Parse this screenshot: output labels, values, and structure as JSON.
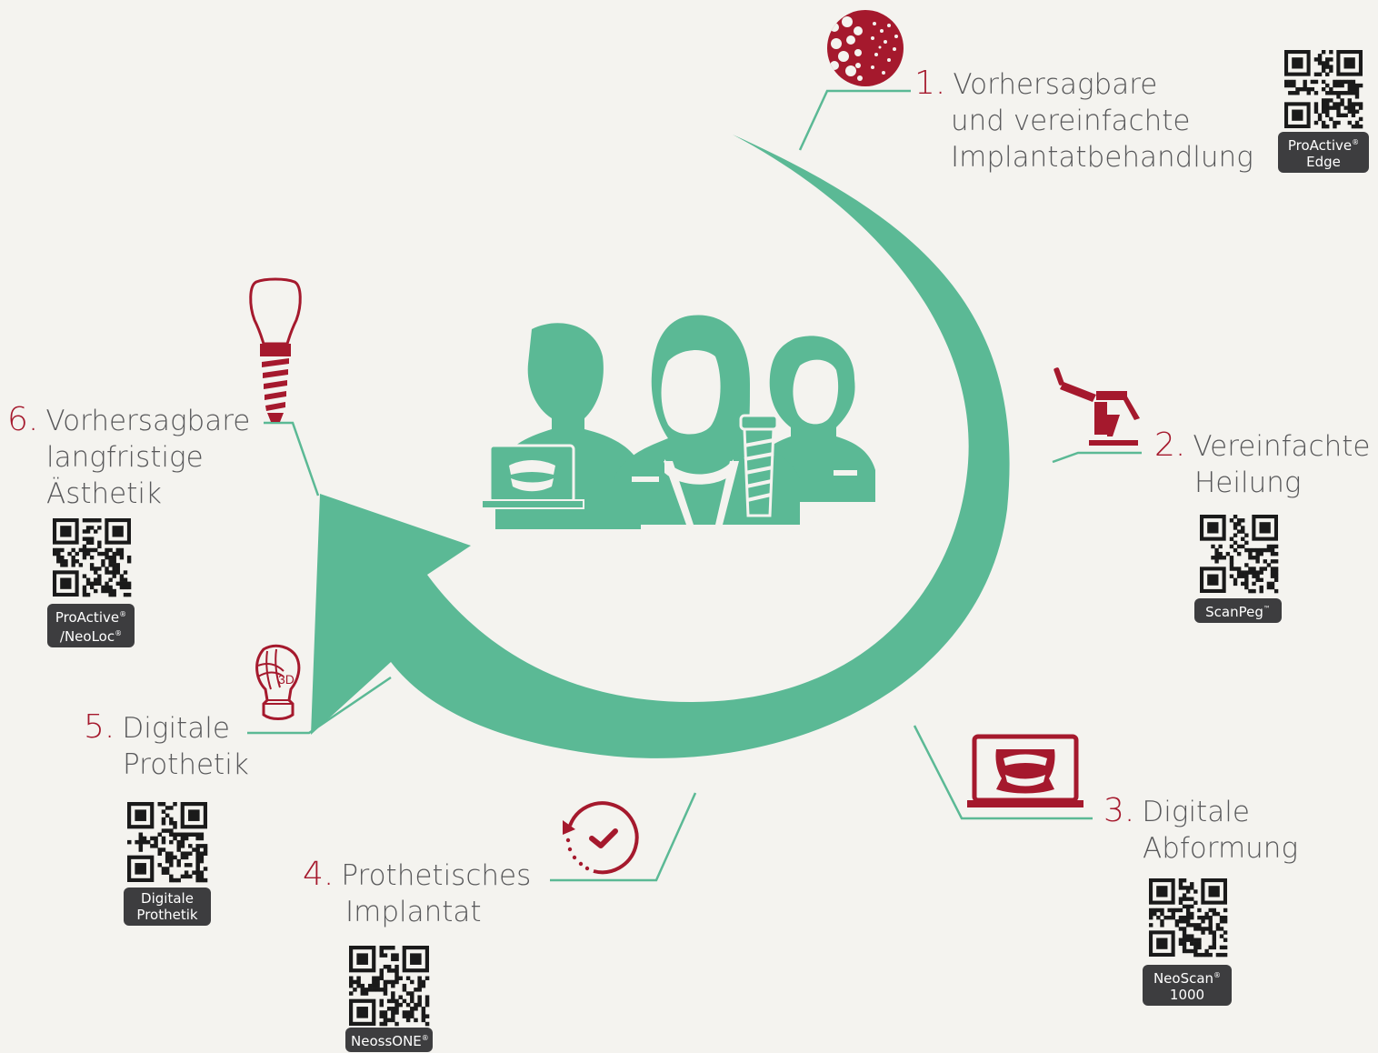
{
  "colors": {
    "green": "#5bb995",
    "red": "#a5192d",
    "text": "#58585a",
    "badge": "#3d3d3f",
    "background": "#f4f3ef"
  },
  "steps": [
    {
      "num": "1.",
      "lines": [
        "Vorhersagbare",
        "und vereinfachte",
        "Implantatbehandlung"
      ],
      "badge": [
        "ProActive",
        "Edge"
      ],
      "sup": "®",
      "icon": "bone-icon"
    },
    {
      "num": "2.",
      "lines": [
        "Vereinfachte",
        "Heilung"
      ],
      "badge": [
        "ScanPeg",
        ""
      ],
      "sup": "™",
      "icon": "dental-chair-icon"
    },
    {
      "num": "3.",
      "lines": [
        "Digitale",
        "Abformung"
      ],
      "badge": [
        "NeoScan",
        "1000"
      ],
      "sup": "®",
      "icon": "laptop-teeth-icon"
    },
    {
      "num": "4.",
      "lines": [
        "Prothetisches",
        "Implantat"
      ],
      "badge": [
        "NeossONE",
        ""
      ],
      "sup": "®",
      "icon": "clock-check-icon"
    },
    {
      "num": "5.",
      "lines": [
        "Digitale",
        "Prothetik"
      ],
      "badge": [
        "Digitale",
        "Prothetik"
      ],
      "sup": "",
      "icon": "3d-crown-icon"
    },
    {
      "num": "6.",
      "lines": [
        "Vorhersagbare",
        "langfristige",
        "Ästhetik"
      ],
      "badge": [
        "ProActive",
        "/NeoLoc"
      ],
      "sup": "®",
      "icon": "implant-icon"
    }
  ],
  "icons": {
    "center": "dental-team-icon",
    "qr": "qr-code-icon",
    "cycle": "cycle-arrow-icon",
    "crown_3d_label": "3D"
  }
}
